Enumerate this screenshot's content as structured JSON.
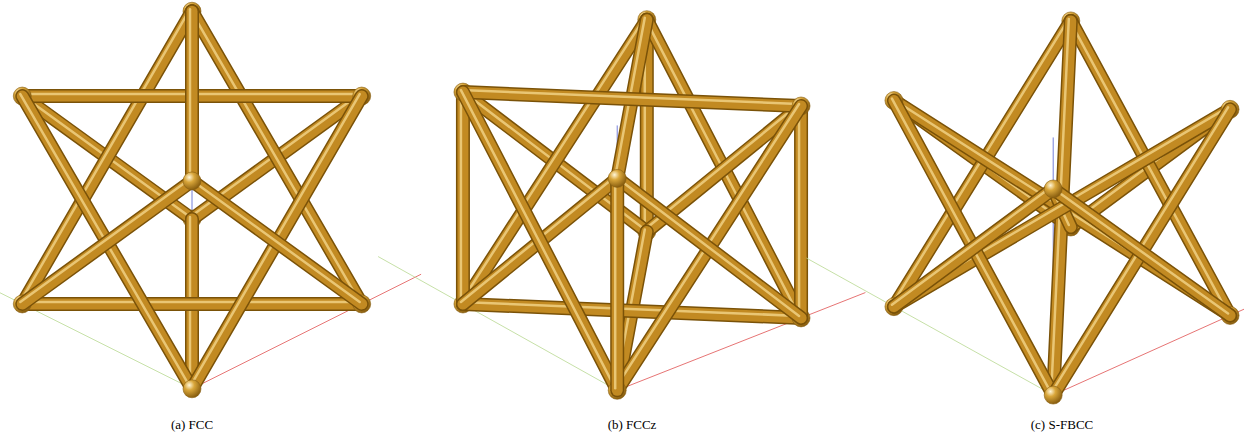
{
  "diagram": {
    "labels": [
      "(a) FCC",
      "(b) FCCz",
      "(c) S-FBCC"
    ]
  }
}
